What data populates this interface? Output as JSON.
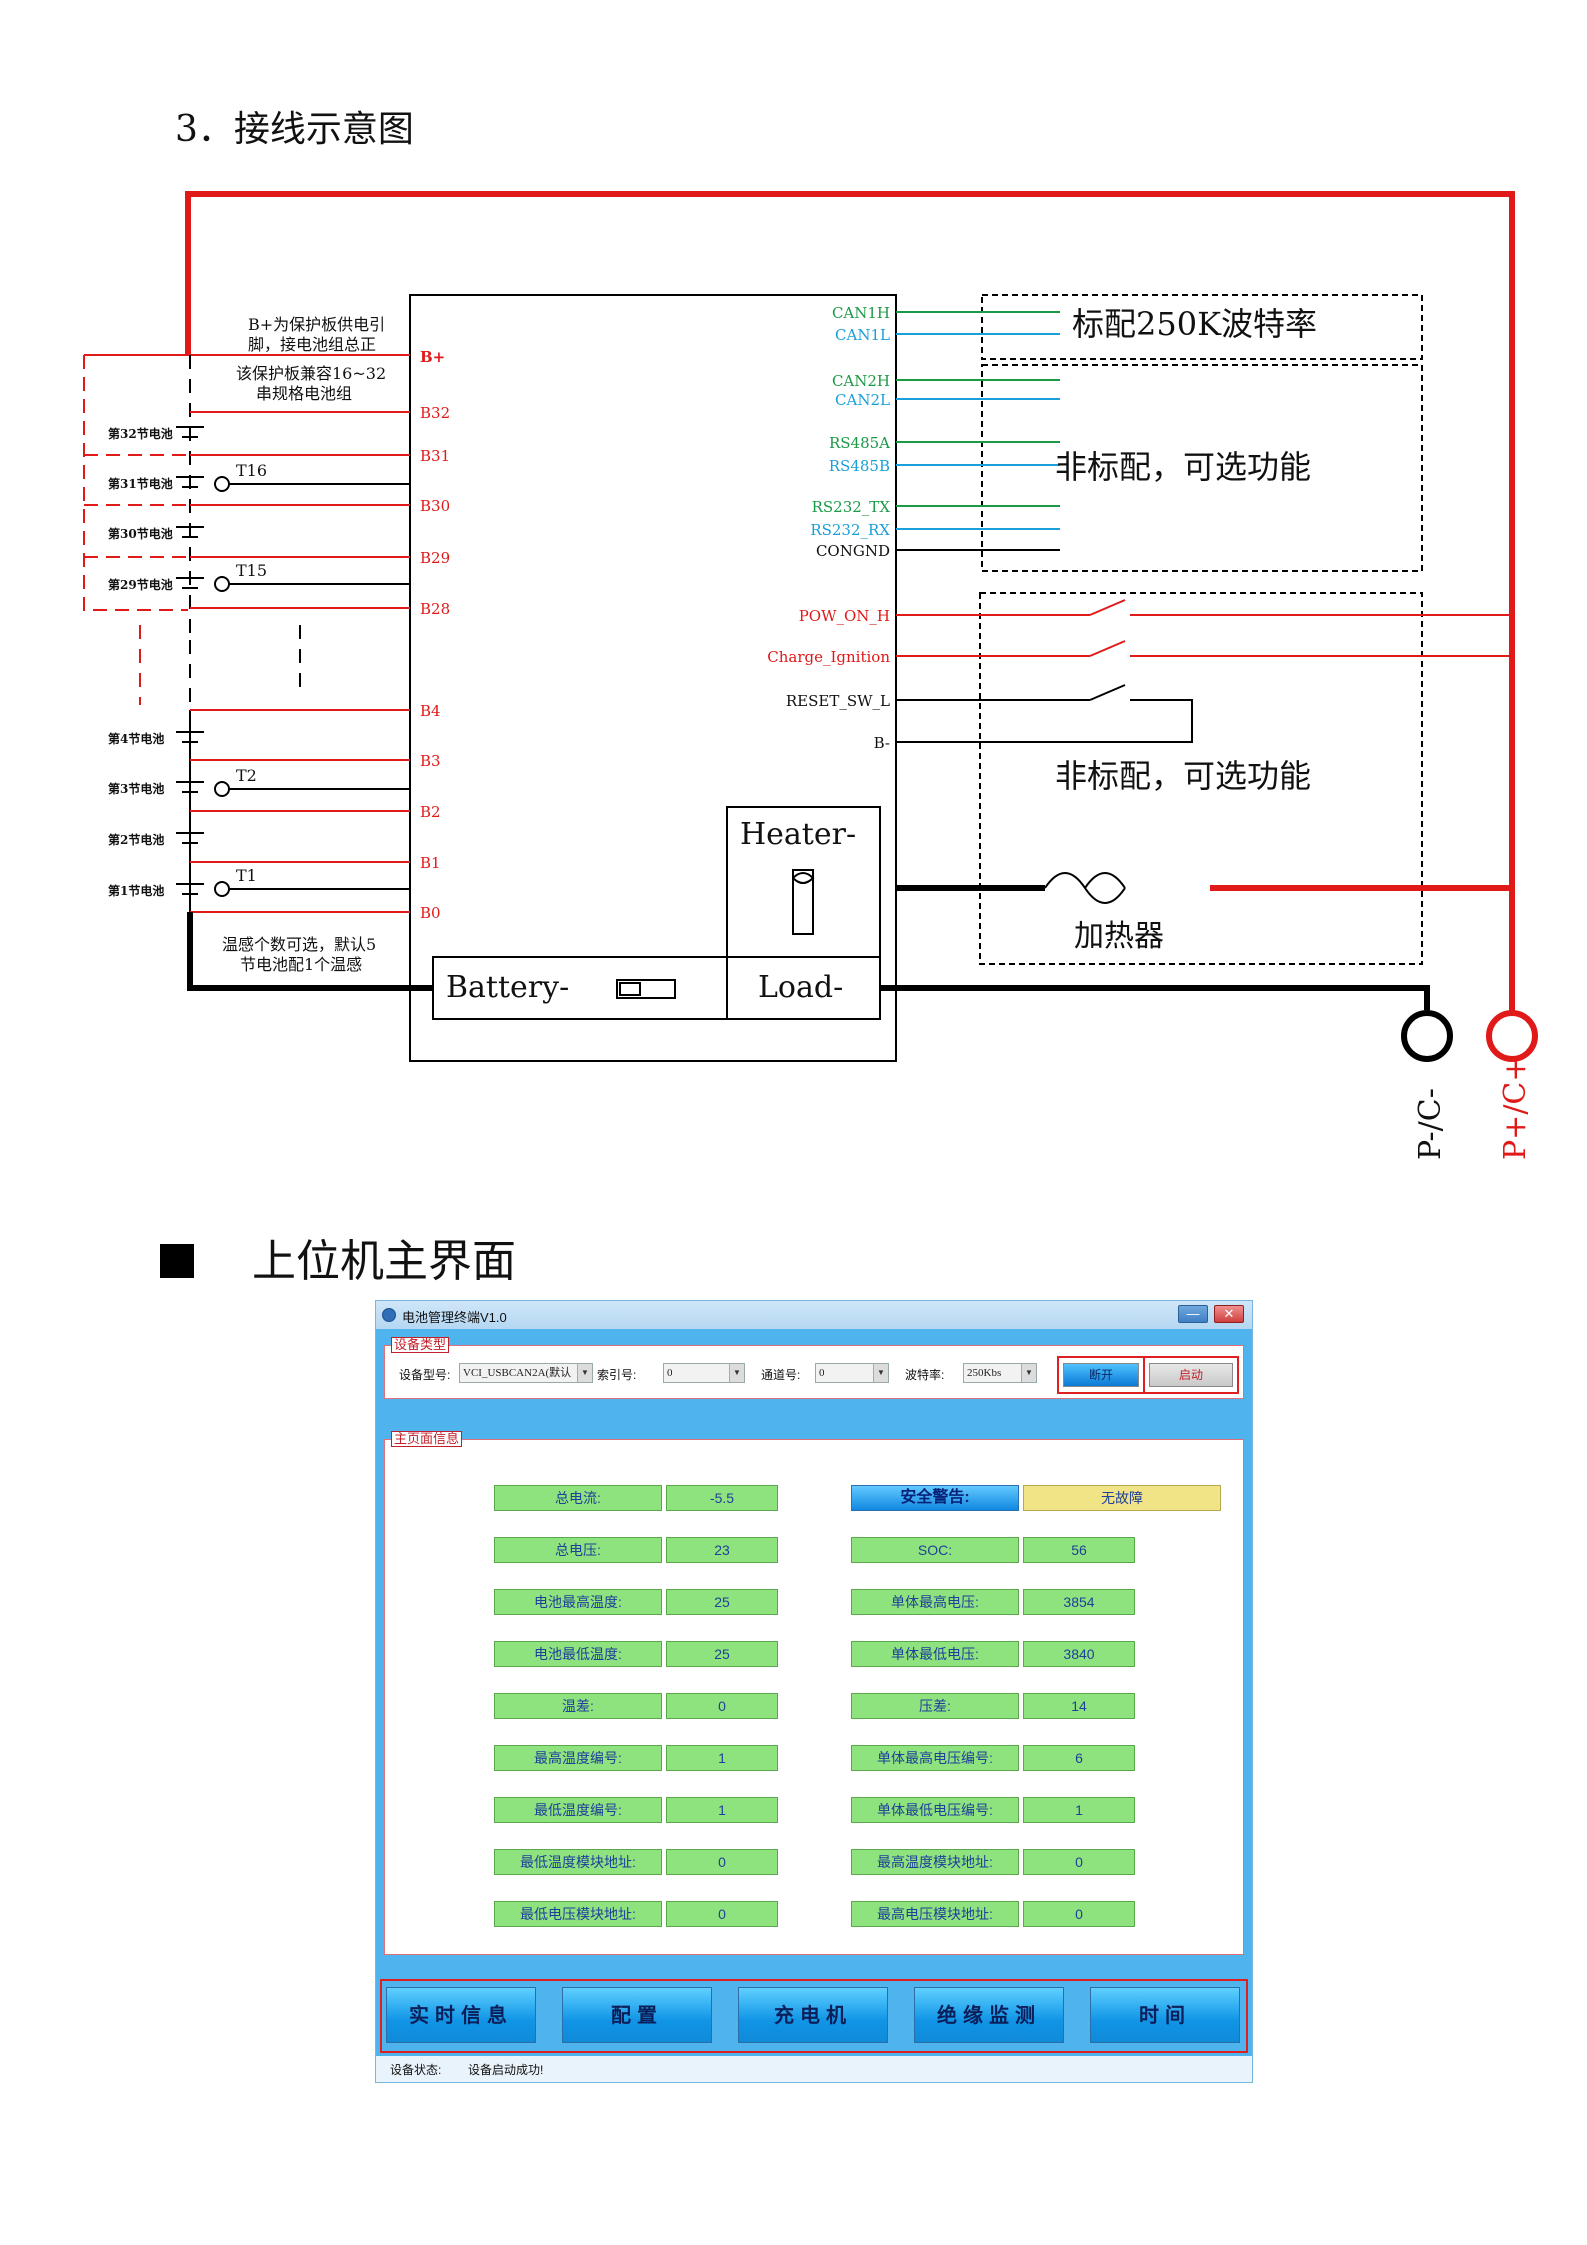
{
  "section3_title": "3．接线示意图",
  "diagram": {
    "bplus_note": [
      "B+为保护板供电引",
      "脚，接电池组总正"
    ],
    "compat_note": [
      "该保护板兼容16~32",
      "串规格电池组"
    ],
    "temp_note": [
      "温感个数可选，默认5",
      "节电池配1个温感"
    ],
    "pins_left": [
      "B+",
      "B32",
      "B31",
      "B30",
      "B29",
      "B28",
      "B4",
      "B3",
      "B2",
      "B1",
      "B0"
    ],
    "cells": [
      "第32节电池",
      "第31节电池",
      "第30节电池",
      "第29节电池",
      "第4节电池",
      "第3节电池",
      "第2节电池",
      "第1节电池"
    ],
    "temps": [
      "T16",
      "T15",
      "T2",
      "T1"
    ],
    "pins_right": [
      "CAN1H",
      "CAN1L",
      "CAN2H",
      "CAN2L",
      "RS485A",
      "RS485B",
      "RS232_TX",
      "RS232_RX",
      "CONGND",
      "POW_ON_H",
      "Charge_Ignition",
      "RESET_SW_L",
      "B-"
    ],
    "std_label": "标配250K波特率",
    "opt_label_1": "非标配，可选功能",
    "opt_label_2": "非标配，可选功能",
    "heater_pin": "Heater-",
    "battery_pin": "Battery-",
    "load_pin": "Load-",
    "heater_label": "加热器",
    "terminal_neg": "P-/C-",
    "terminal_pos": "P+/C+"
  },
  "section_title": "上位机主界面",
  "app": {
    "title": "电池管理终端V1.0",
    "min_label": "—",
    "close_label": "✕",
    "device_group": "设备类型",
    "device_model_label": "设备型号:",
    "device_model_value": "VCI_USBCAN2A(默认",
    "index_label": "索引号:",
    "index_value": "0",
    "channel_label": "通道号:",
    "channel_value": "0",
    "baud_label": "波特率:",
    "baud_value": "250Kbs",
    "disconnect_label": "断开",
    "start_label": "启动",
    "main_group": "主页面信息",
    "left_fields": [
      {
        "label": "总电流:",
        "value": "-5.5"
      },
      {
        "label": "总电压:",
        "value": "23"
      },
      {
        "label": "电池最高温度:",
        "value": "25"
      },
      {
        "label": "电池最低温度:",
        "value": "25"
      },
      {
        "label": "温差:",
        "value": "0"
      },
      {
        "label": "最高温度编号:",
        "value": "1"
      },
      {
        "label": "最低温度编号:",
        "value": "1"
      },
      {
        "label": "最低温度模块地址:",
        "value": "0"
      },
      {
        "label": "最低电压模块地址:",
        "value": "0"
      }
    ],
    "alarm_label": "安全警告:",
    "alarm_value": "无故障",
    "right_fields": [
      {
        "label": "SOC:",
        "value": "56"
      },
      {
        "label": "单体最高电压:",
        "value": "3854"
      },
      {
        "label": "单体最低电压:",
        "value": "3840"
      },
      {
        "label": "压差:",
        "value": "14"
      },
      {
        "label": "单体最高电压编号:",
        "value": "6"
      },
      {
        "label": "单体最低电压编号:",
        "value": "1"
      },
      {
        "label": "最高温度模块地址:",
        "value": "0"
      },
      {
        "label": "最高电压模块地址:",
        "value": "0"
      }
    ],
    "nav": [
      "实时信息",
      "配置",
      "充电机",
      "绝缘监测",
      "时间"
    ],
    "status_label": "设备状态:",
    "status_value": "设备启动成功!"
  }
}
